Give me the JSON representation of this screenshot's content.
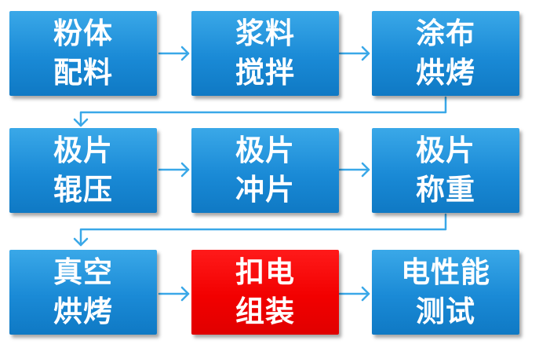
{
  "diagram": {
    "steps": [
      {
        "id": "s1",
        "label": "粉体\n配料"
      },
      {
        "id": "s2",
        "label": "浆料\n搅拌"
      },
      {
        "id": "s3",
        "label": "涂布\n烘烤"
      },
      {
        "id": "s4",
        "label": "极片\n辊压"
      },
      {
        "id": "s5",
        "label": "极片\n冲片"
      },
      {
        "id": "s6",
        "label": "极片\n称重"
      },
      {
        "id": "s7",
        "label": "真空\n烘烤"
      },
      {
        "id": "s8",
        "label": "扣电\n组装",
        "highlighted": true
      },
      {
        "id": "s9",
        "label": "电性能\n测试"
      }
    ],
    "colors": {
      "box": "#1a8ad6",
      "highlight": "#f20000",
      "arrow": "#3aa8e8",
      "text": "#ffffff"
    }
  }
}
